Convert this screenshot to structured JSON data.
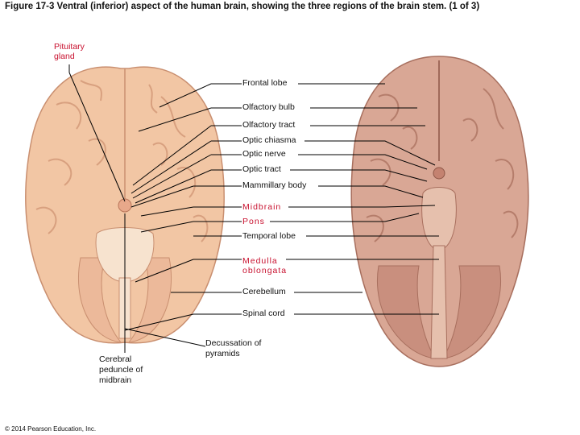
{
  "title": "Figure 17-3 Ventral (inferior) aspect of the human brain, showing the three regions of the brain stem. (1 of 3)",
  "labels": {
    "pituitary": "Pituitary gland",
    "frontal_lobe": "Frontal lobe",
    "olfactory_bulb": "Olfactory bulb",
    "olfactory_tract": "Olfactory tract",
    "optic_chiasma": "Optic chiasma",
    "optic_nerve": "Optic nerve",
    "optic_tract": "Optic tract",
    "mammillary_body": "Mammillary body",
    "midbrain": "Midbrain",
    "pons": "Pons",
    "temporal_lobe": "Temporal lobe",
    "medulla": "Medulla oblongata",
    "cerebellum": "Cerebellum",
    "spinal_cord": "Spinal cord",
    "decussation": "Decussation of pyramids",
    "cerebral_peduncle": "Cerebral peduncle of midbrain"
  },
  "copyright": "© 2014 Pearson Education, Inc.",
  "colors": {
    "brainstem_label_color": "#c8102e",
    "illustration": "#f2c6a4",
    "photo": "#d9a795"
  }
}
